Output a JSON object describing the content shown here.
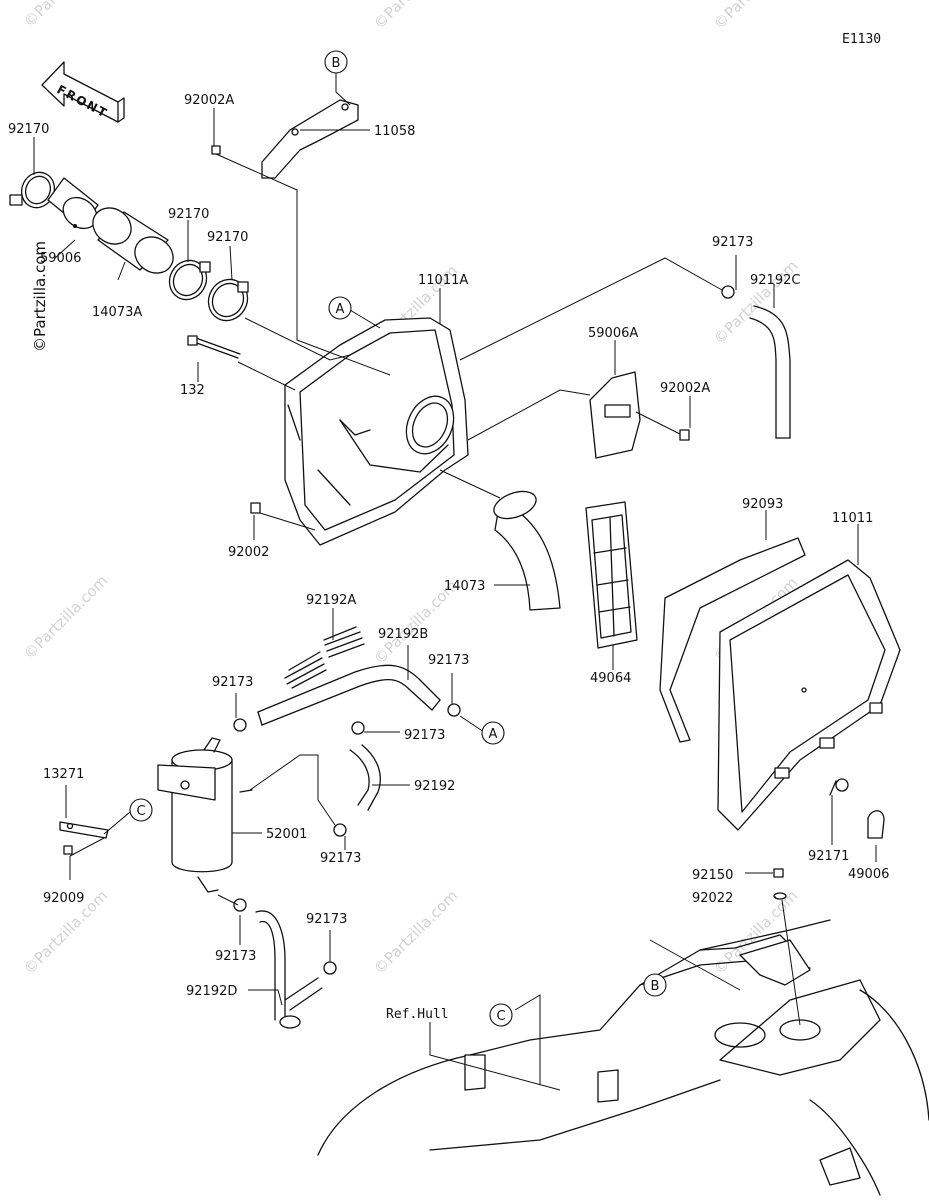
{
  "diagram_code": "E1130",
  "front_arrow_label": "FRONT",
  "watermark": "©Partzilla.com",
  "ref_label": "Ref.Hull",
  "callouts": {
    "a": "A",
    "b": "B",
    "c": "C"
  },
  "parts": {
    "p11058": "11058",
    "p92002a_top": "92002A",
    "p92170_left": "92170",
    "p59006": "59006",
    "p14073a": "14073A",
    "p92170_mid1": "92170",
    "p92170_mid2": "92170",
    "p11011a": "11011A",
    "p132": "132",
    "p92002": "92002",
    "p92173_top": "92173",
    "p92192c": "92192C",
    "p59006a": "59006A",
    "p92002a_mid": "92002A",
    "p14073": "14073",
    "p49064": "49064",
    "p92093": "92093",
    "p11011": "11011",
    "p92192a": "92192A",
    "p92192b": "92192B",
    "p92173_a": "92173",
    "p92173_b": "92173",
    "p92173_c": "92173",
    "p92192": "92192",
    "p13271": "13271",
    "p52001": "52001",
    "p92173_d": "92173",
    "p92009": "92009",
    "p92173_e": "92173",
    "p92173_f": "92173",
    "p92192d": "92192D",
    "p92171": "92171",
    "p49006": "49006",
    "p92150": "92150",
    "p92022": "92022"
  }
}
